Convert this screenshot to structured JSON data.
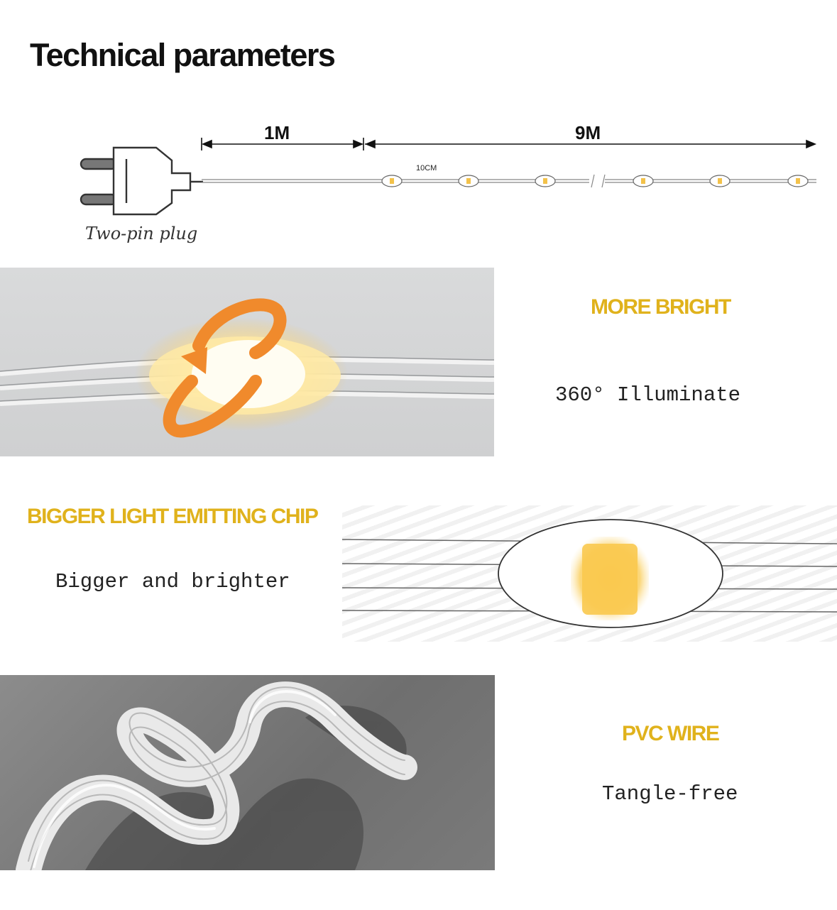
{
  "title": "Technical parameters",
  "diagram": {
    "segment_1": "1M",
    "segment_2": "9M",
    "spacing": "10CM",
    "plug_caption": "Two-pin plug"
  },
  "features": [
    {
      "heading": "MORE BRIGHT",
      "text": "360° Illuminate"
    },
    {
      "heading": "BIGGER LIGHT EMITTING CHIP",
      "text": "Bigger and brighter"
    },
    {
      "heading": "PVC WIRE",
      "text": "Tangle-free"
    }
  ],
  "colors": {
    "accent_gold": "#e0b21c",
    "arrow_orange": "#f08a2c",
    "led_glow": "#fbd77a"
  }
}
